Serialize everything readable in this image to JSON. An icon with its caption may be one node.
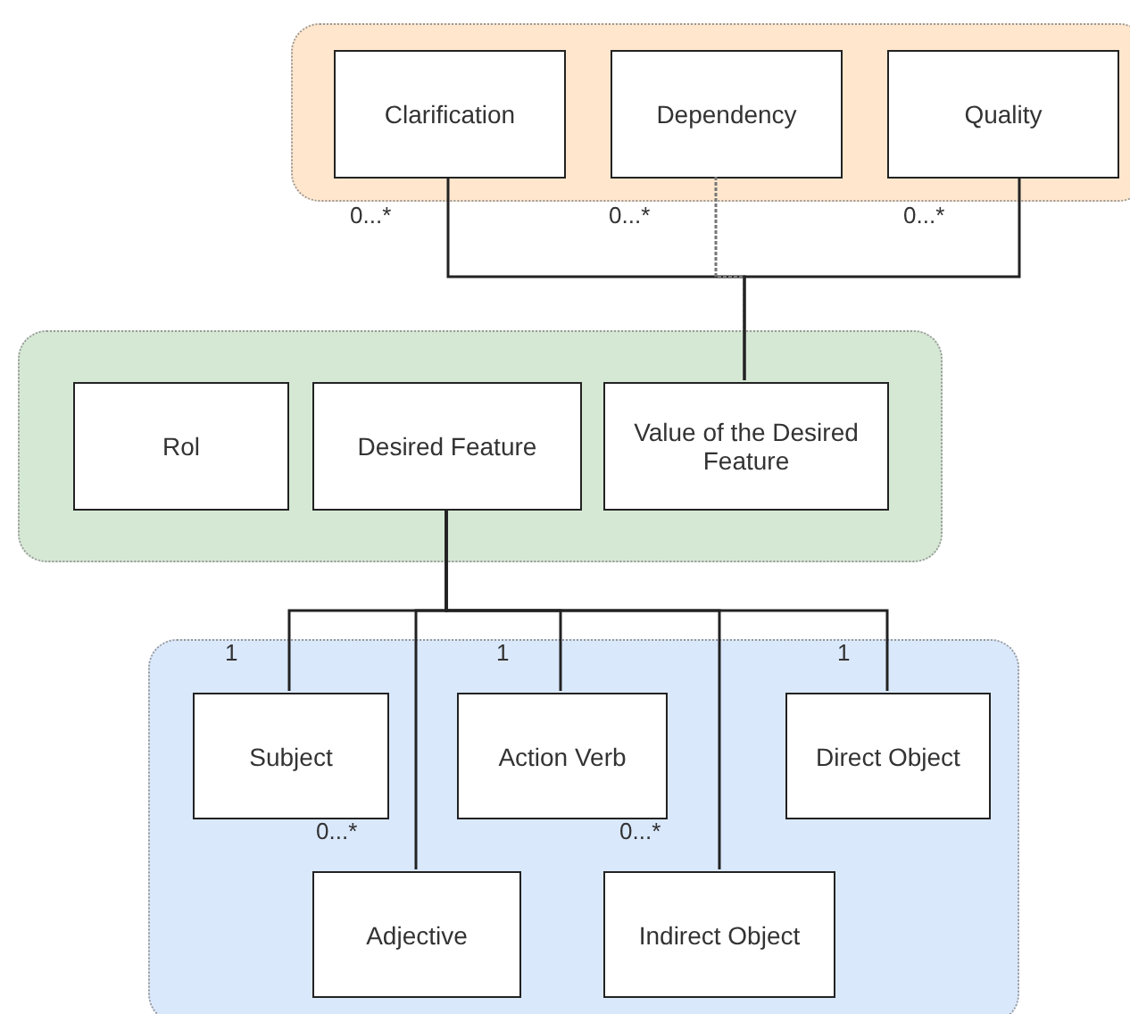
{
  "diagram": {
    "nodes": [
      {
        "text": [],
        "shape": "box"
      },
      {
        "text": [
          "Clarification"
        ],
        "in": 0
      },
      {
        "text": [
          "Dependency"
        ],
        "in": 0
      },
      {
        "text": [
          "Quality"
        ],
        "in": 0
      },
      {
        "text": [],
        "shape": "box"
      },
      {
        "text": [
          "Rol"
        ],
        "in": 4
      },
      {
        "text": [
          "Desired Feature"
        ],
        "in": 4
      },
      {
        "text": [
          "Value of the Desired Feature"
        ],
        "in": 4
      },
      {
        "text": [],
        "shape": "box"
      },
      {
        "text": [
          "Subject"
        ],
        "in": 8
      },
      {
        "text": [
          "Action Verb"
        ],
        "in": 8
      },
      {
        "text": [
          "Direct Object"
        ],
        "in": 8
      },
      {
        "text": [
          "Adjective"
        ],
        "in": 8
      },
      {
        "text": [
          "Indirect Object"
        ],
        "in": 8
      }
    ],
    "edges": [
      {
        "from": 1,
        "to": 7,
        "arrow": "none",
        "label": "0...*"
      },
      {
        "from": 2,
        "to": 7,
        "arrow": "none",
        "label": "0...*",
        "style": "dashed",
        "color": "#777777"
      },
      {
        "from": 3,
        "to": 7,
        "arrow": "none",
        "label": "0...*"
      },
      {
        "from": 6,
        "to": 9,
        "arrow": "none",
        "label": "1"
      },
      {
        "from": 6,
        "to": 12,
        "arrow": "none",
        "label": "0...*"
      },
      {
        "from": 6,
        "to": 10,
        "arrow": "none",
        "label": "1"
      },
      {
        "from": 6,
        "to": 13,
        "arrow": "none",
        "label": "0...*"
      },
      {
        "from": 6,
        "to": 11,
        "arrow": "none",
        "label": "1"
      }
    ]
  }
}
